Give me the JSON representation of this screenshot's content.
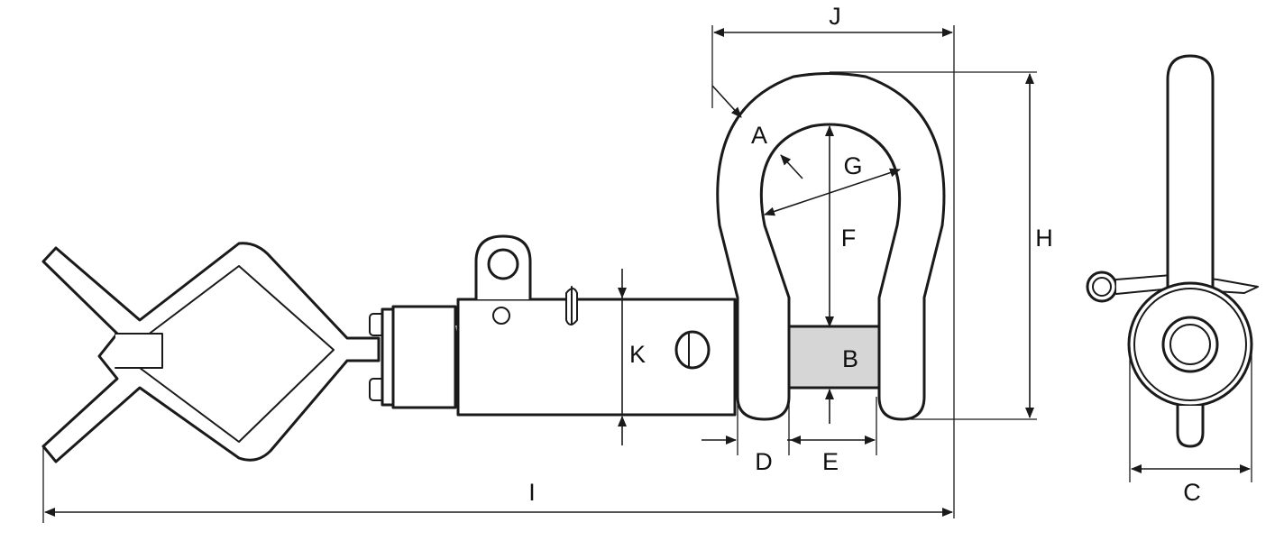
{
  "labels": {
    "a": "A",
    "b": "B",
    "c": "C",
    "d": "D",
    "e": "E",
    "f": "F",
    "g": "G",
    "h": "H",
    "i": "I",
    "j": "J",
    "k": "K"
  },
  "colors": {
    "line": "#1a1a1a",
    "fill": "#ffffff",
    "shade": "#d6d6d6"
  }
}
